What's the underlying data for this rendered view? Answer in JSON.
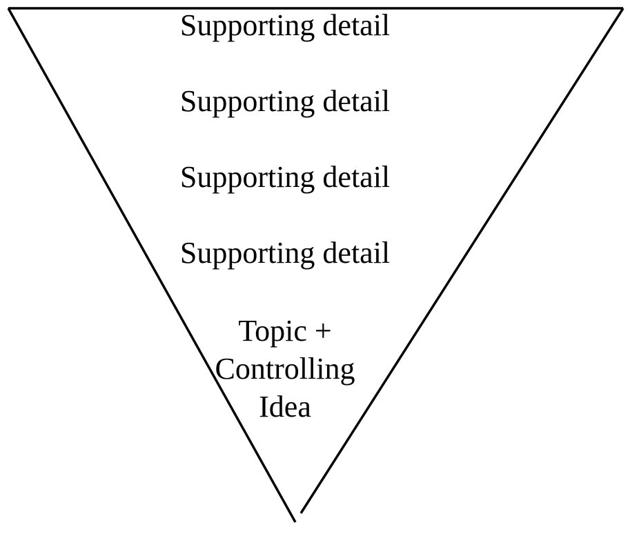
{
  "diagram": {
    "type": "inverted-triangle-funnel",
    "background_color": "#ffffff",
    "stroke_color": "#000000",
    "levels": [
      {
        "label": "Supporting detail"
      },
      {
        "label": "Supporting detail"
      },
      {
        "label": "Supporting detail"
      },
      {
        "label": "Supporting detail"
      }
    ],
    "apex": {
      "label": "Topic + Controlling Idea",
      "lines": [
        "Topic +",
        "Controlling",
        "Idea"
      ]
    }
  }
}
